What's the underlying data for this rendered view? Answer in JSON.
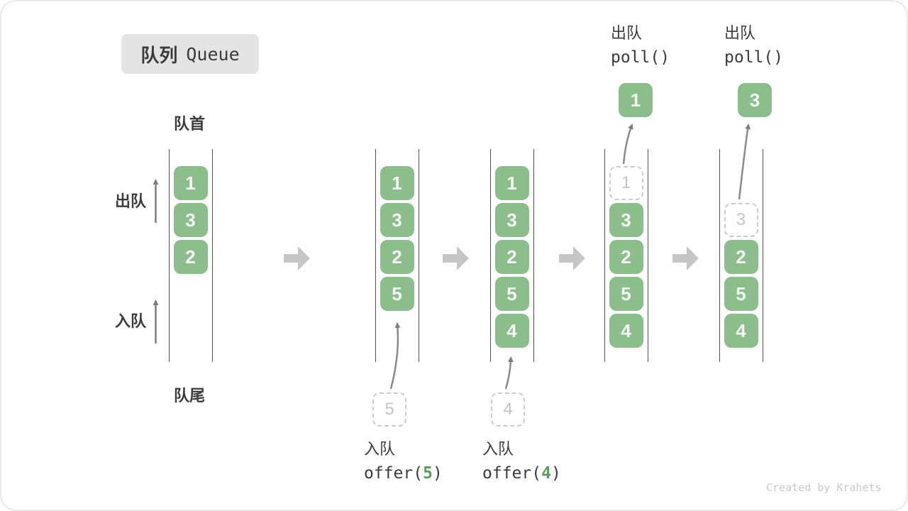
{
  "title": {
    "zh": "队列",
    "en": "Queue"
  },
  "labels": {
    "front": "队首",
    "rear": "队尾",
    "dequeue": "出队",
    "enqueue": "入队"
  },
  "queues": [
    {
      "cells": [
        "1",
        "3",
        "2"
      ]
    },
    {
      "cells": [
        "1",
        "3",
        "2",
        "5"
      ]
    },
    {
      "cells": [
        "1",
        "3",
        "2",
        "5",
        "4"
      ]
    },
    {
      "cells": [
        "1",
        "3",
        "2",
        "5",
        "4"
      ]
    },
    {
      "cells": [
        "3",
        "2",
        "5",
        "4"
      ]
    }
  ],
  "enqueue_ops": [
    {
      "label": "入队",
      "fn_open": "offer(",
      "arg": "5",
      "fn_close": ")",
      "staged_value": "5"
    },
    {
      "label": "入队",
      "fn_open": "offer(",
      "arg": "4",
      "fn_close": ")",
      "staged_value": "4"
    }
  ],
  "dequeue_ops": [
    {
      "label": "出队",
      "fn": "poll()",
      "removed_value": "1"
    },
    {
      "label": "出队",
      "fn": "poll()",
      "removed_value": "3"
    }
  ],
  "watermark": "Created by Krahets",
  "colors": {
    "cell_green": "#8cbe8c",
    "arg_green": "#56a156",
    "block_arrow_gray": "#c6c6c6",
    "thin_arrow_gray": "#7f7f7f",
    "text_dark": "#3b3b3b",
    "badge_bg": "#e4e4e4"
  }
}
